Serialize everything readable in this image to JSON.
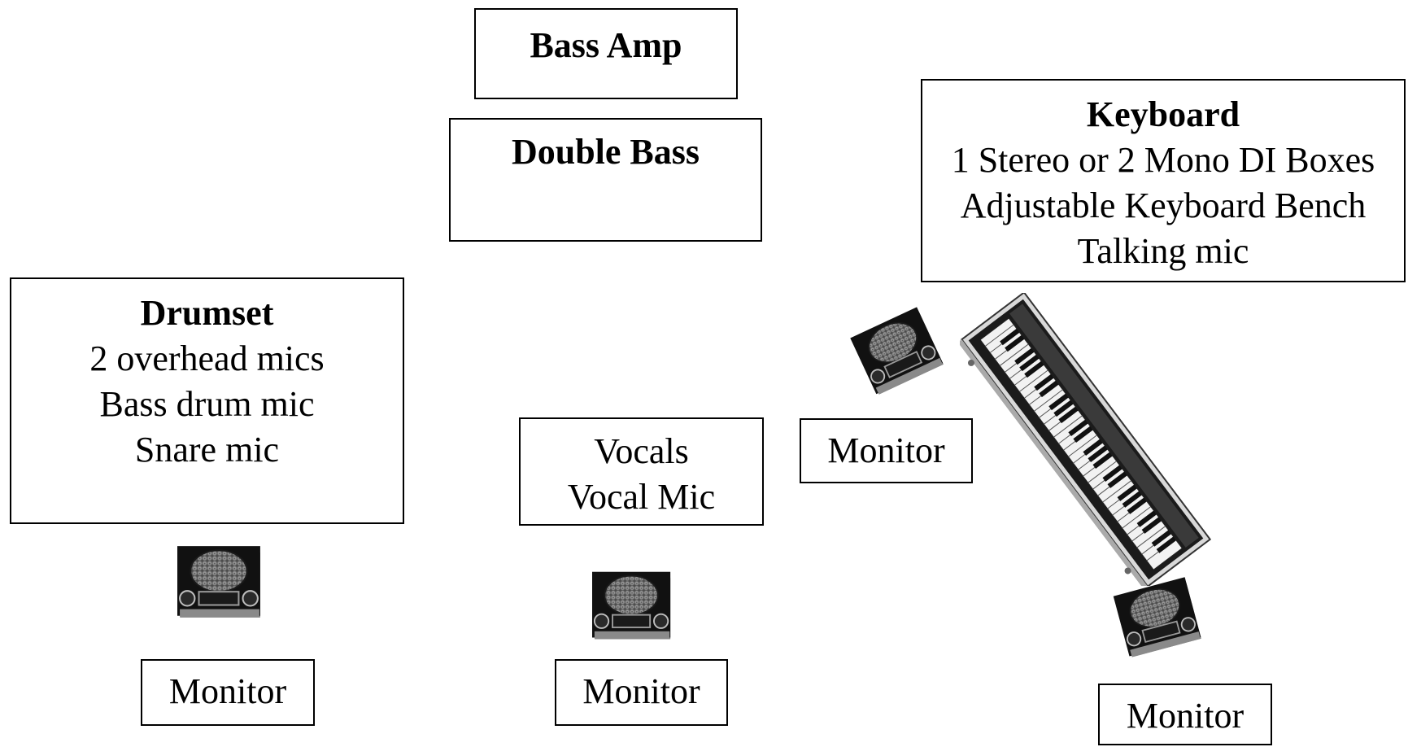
{
  "bass_amp": {
    "title": "Bass Amp"
  },
  "double_bass": {
    "title": "Double Bass"
  },
  "keyboard": {
    "title": "Keyboard",
    "lines": [
      "1 Stereo or 2 Mono DI Boxes",
      "Adjustable Keyboard Bench",
      "Talking mic"
    ]
  },
  "drumset": {
    "title": "Drumset",
    "lines": [
      "2 overhead mics",
      "Bass drum mic",
      "Snare mic"
    ]
  },
  "vocals": {
    "lines": [
      "Vocals",
      "Vocal Mic"
    ]
  },
  "monitors": {
    "label_keyboard": "Monitor",
    "label_drums": "Monitor",
    "label_vocals": "Monitor",
    "label_right": "Monitor"
  }
}
